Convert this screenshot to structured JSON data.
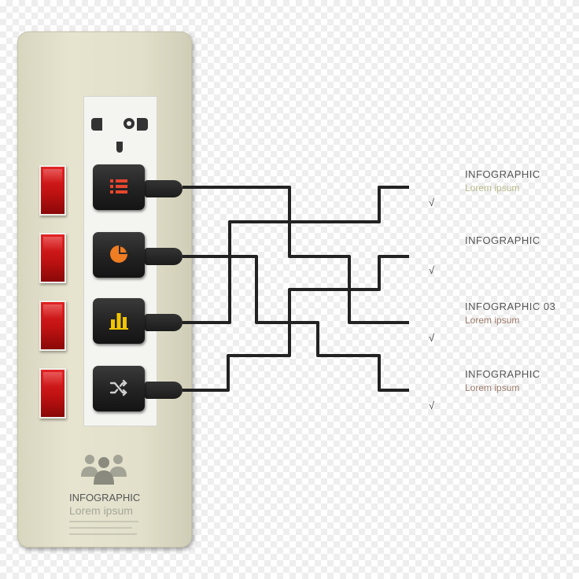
{
  "strip": {
    "title": "INFOGRAPHIC",
    "subtitle": "Lorem ipsum",
    "people_icon": "people-group-icon"
  },
  "plugs": [
    {
      "icon": "list-icon",
      "color": "#e8452e"
    },
    {
      "icon": "pie-chart-icon",
      "color": "#ef7d22"
    },
    {
      "icon": "bar-chart-icon",
      "color": "#f2c500"
    },
    {
      "icon": "shuffle-icon",
      "color": "#cfcfcf"
    }
  ],
  "labels": [
    {
      "title": "INFOGRAPHIC",
      "subtitle": "Lorem ipsum",
      "mark": "√"
    },
    {
      "title": "INFOGRAPHIC",
      "subtitle": "",
      "mark": "√"
    },
    {
      "title": "INFOGRAPHIC 03",
      "subtitle": "Lorem ipsum",
      "mark": "√"
    },
    {
      "title": "INFOGRAPHIC",
      "subtitle": "Lorem ipsum",
      "mark": "√"
    }
  ],
  "colors": {
    "switch": "#c91616",
    "wire": "#222222",
    "plug": "#252525"
  }
}
